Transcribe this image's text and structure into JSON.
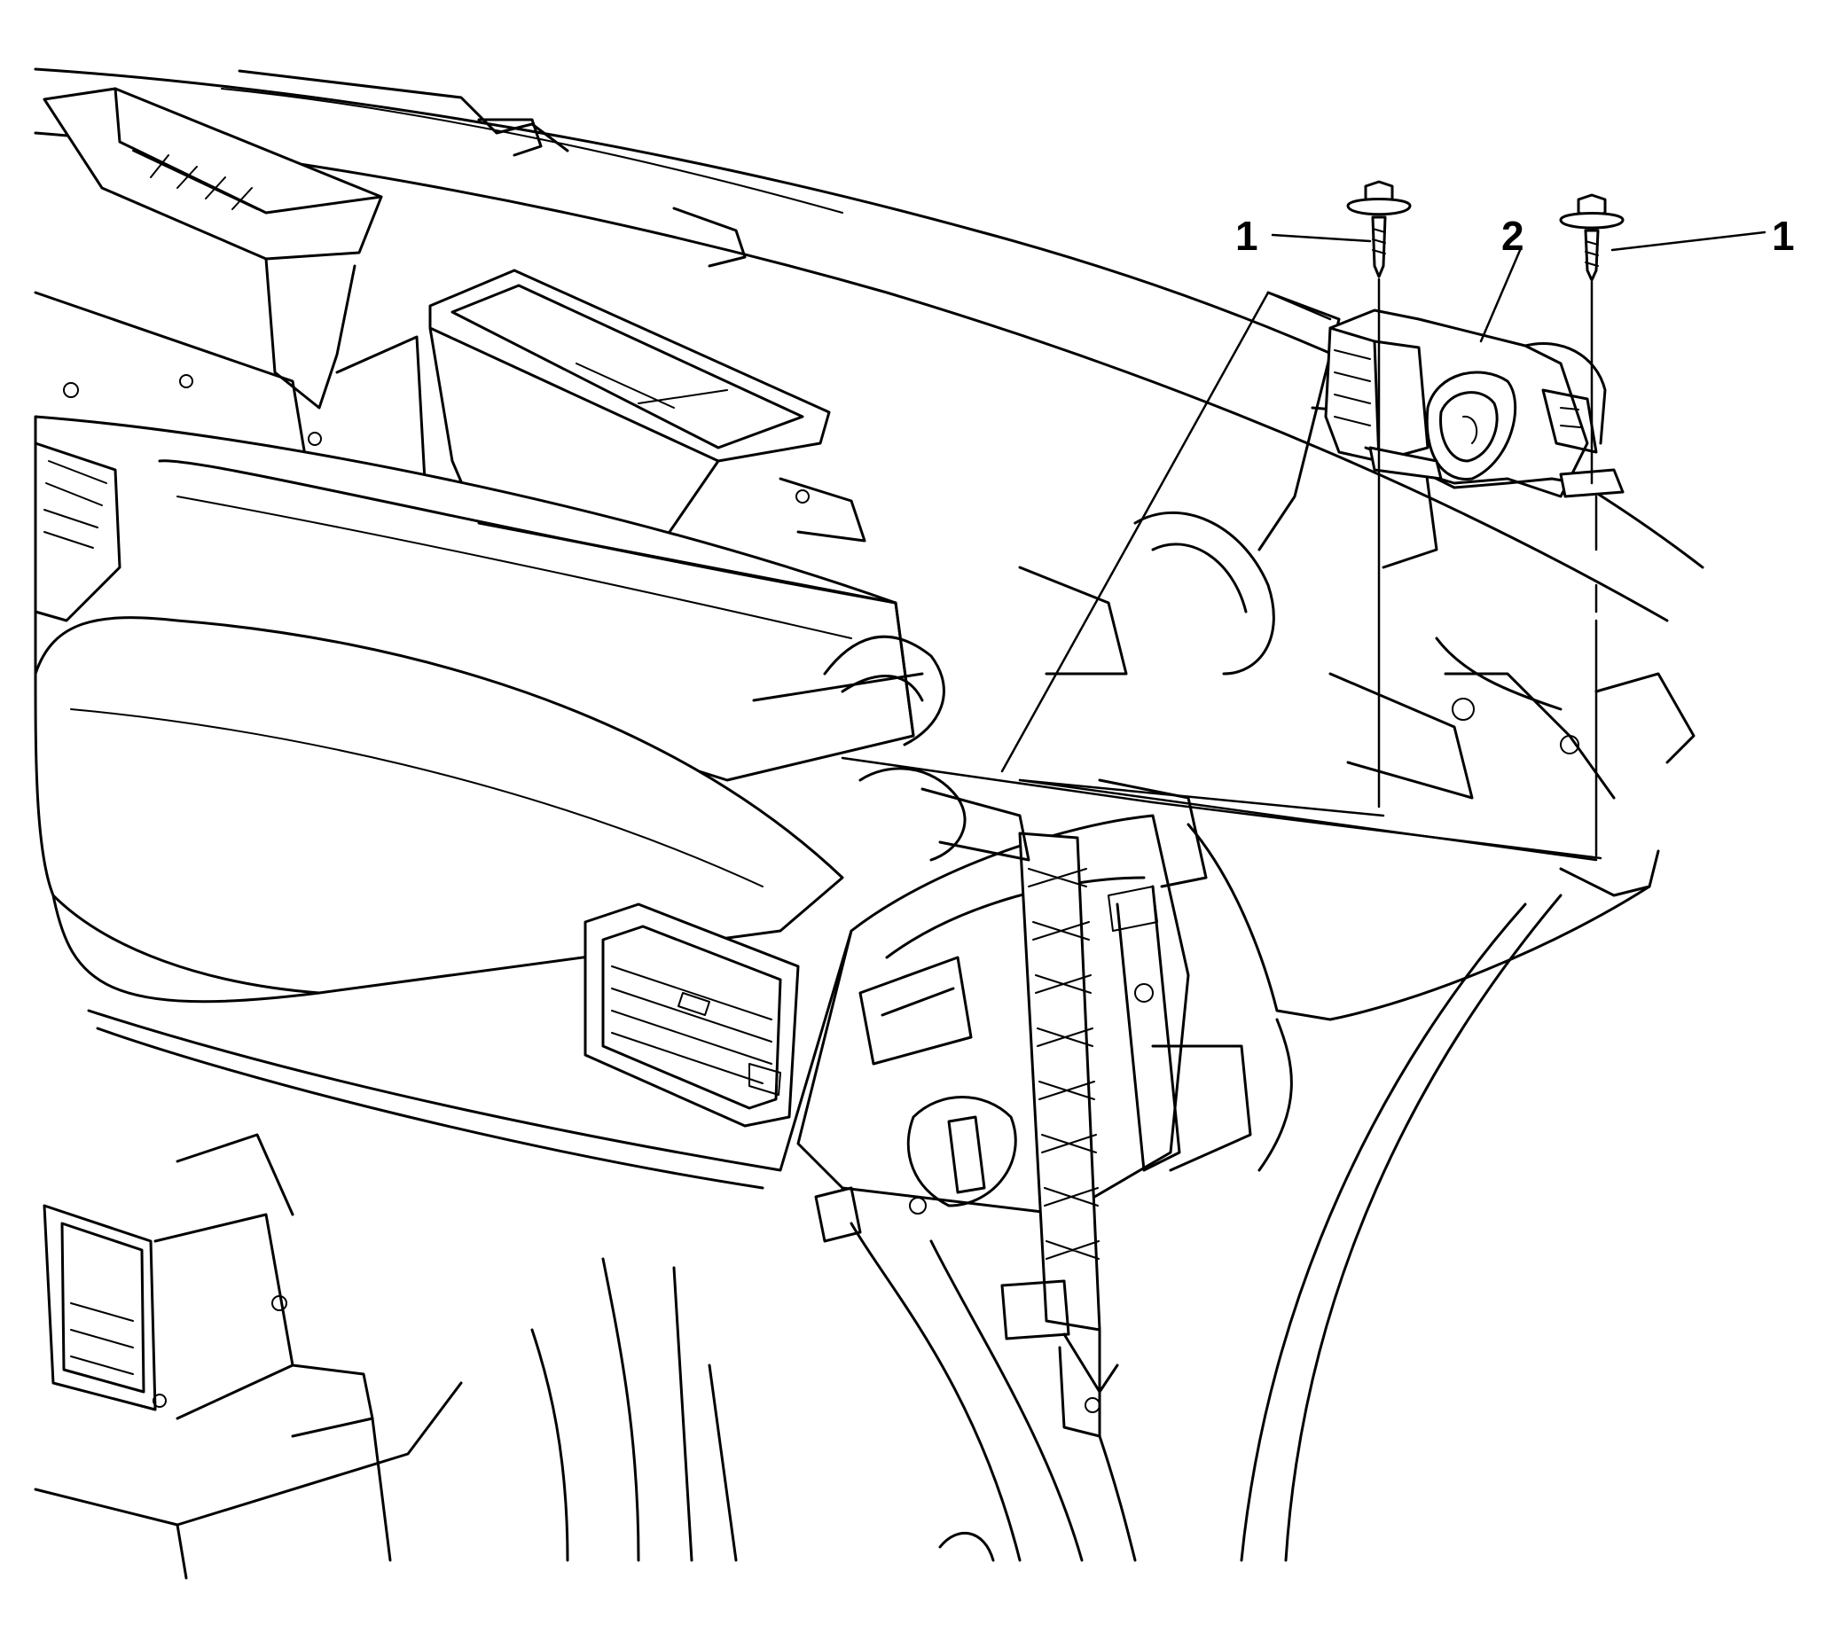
{
  "callouts": {
    "screw_left": "1",
    "component": "2",
    "screw_right": "1"
  },
  "colors": {
    "ink": "#000000",
    "background": "#ffffff"
  }
}
